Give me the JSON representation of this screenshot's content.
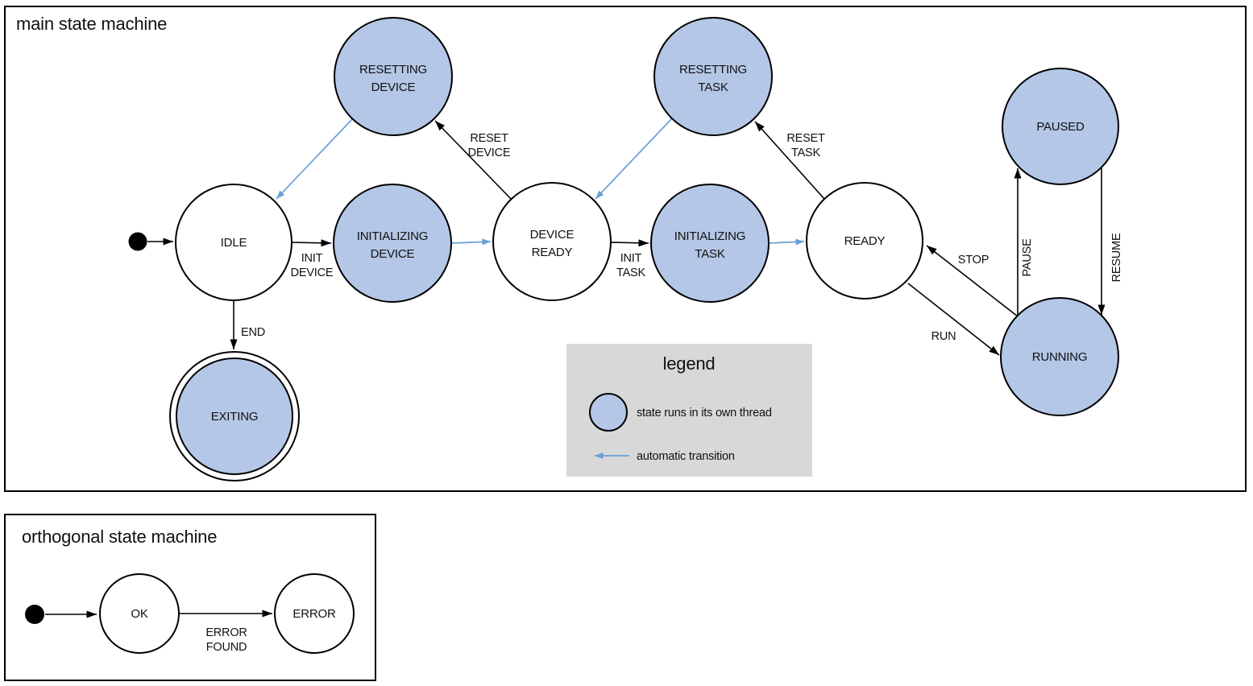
{
  "colors": {
    "thread_state_fill": "#b4c7e7",
    "plain_state_fill": "#ffffff",
    "outline": "#000000",
    "automatic_transition_arrow": "#6a9fd8",
    "legend_background": "#d8d8d8",
    "text": "#111111"
  },
  "main_machine": {
    "title": "main state machine",
    "states": {
      "idle": {
        "label": "IDLE",
        "thread": false
      },
      "resetting_device": {
        "lines": [
          "RESETTING",
          "DEVICE"
        ],
        "thread": true
      },
      "initializing_device": {
        "lines": [
          "INITIALIZING",
          "DEVICE"
        ],
        "thread": true
      },
      "device_ready": {
        "lines": [
          "DEVICE",
          "READY"
        ],
        "thread": false
      },
      "resetting_task": {
        "lines": [
          "RESETTING",
          "TASK"
        ],
        "thread": true
      },
      "initializing_task": {
        "lines": [
          "INITIALIZING",
          "TASK"
        ],
        "thread": true
      },
      "ready": {
        "label": "READY",
        "thread": false
      },
      "paused": {
        "label": "PAUSED",
        "thread": true
      },
      "running": {
        "label": "RUNNING",
        "thread": true
      },
      "exiting": {
        "label": "EXITING",
        "thread": true,
        "final_state": true
      }
    },
    "transitions": {
      "start": {
        "from": "initial",
        "to": "idle",
        "type": "manual"
      },
      "init_device": {
        "lines": [
          "INIT",
          "DEVICE"
        ],
        "from": "idle",
        "to": "initializing_device",
        "type": "manual"
      },
      "auto_device_ready": {
        "from": "initializing_device",
        "to": "device_ready",
        "type": "automatic"
      },
      "reset_device": {
        "lines": [
          "RESET",
          "DEVICE"
        ],
        "from": "device_ready",
        "to": "resetting_device",
        "type": "manual"
      },
      "auto_idle": {
        "from": "resetting_device",
        "to": "idle",
        "type": "automatic"
      },
      "init_task": {
        "lines": [
          "INIT",
          "TASK"
        ],
        "from": "device_ready",
        "to": "initializing_task",
        "type": "manual"
      },
      "auto_ready": {
        "from": "initializing_task",
        "to": "ready",
        "type": "automatic"
      },
      "reset_task": {
        "lines": [
          "RESET",
          "TASK"
        ],
        "from": "ready",
        "to": "resetting_task",
        "type": "manual"
      },
      "auto_device_ready_2": {
        "from": "resetting_task",
        "to": "device_ready",
        "type": "automatic"
      },
      "run": {
        "label": "RUN",
        "from": "ready",
        "to": "running",
        "type": "manual"
      },
      "stop": {
        "label": "STOP",
        "from": "running",
        "to": "ready",
        "type": "manual"
      },
      "pause": {
        "label": "PAUSE",
        "from": "running",
        "to": "paused",
        "type": "manual"
      },
      "resume": {
        "label": "RESUME",
        "from": "paused",
        "to": "running",
        "type": "manual"
      },
      "end": {
        "label": "END",
        "from": "idle",
        "to": "exiting",
        "type": "manual"
      }
    }
  },
  "legend": {
    "title": "legend",
    "items": [
      {
        "symbol": "thread-state-circle",
        "label": "state runs in its own thread"
      },
      {
        "symbol": "automatic-transition-arrow",
        "label": "automatic transition"
      }
    ]
  },
  "orthogonal_machine": {
    "title": "orthogonal state machine",
    "states": {
      "ok": {
        "label": "OK",
        "thread": false
      },
      "error": {
        "label": "ERROR",
        "thread": false
      }
    },
    "transitions": {
      "start": {
        "from": "initial",
        "to": "ok",
        "type": "manual"
      },
      "error_found": {
        "lines": [
          "ERROR",
          "FOUND"
        ],
        "from": "ok",
        "to": "error",
        "type": "manual"
      }
    }
  }
}
